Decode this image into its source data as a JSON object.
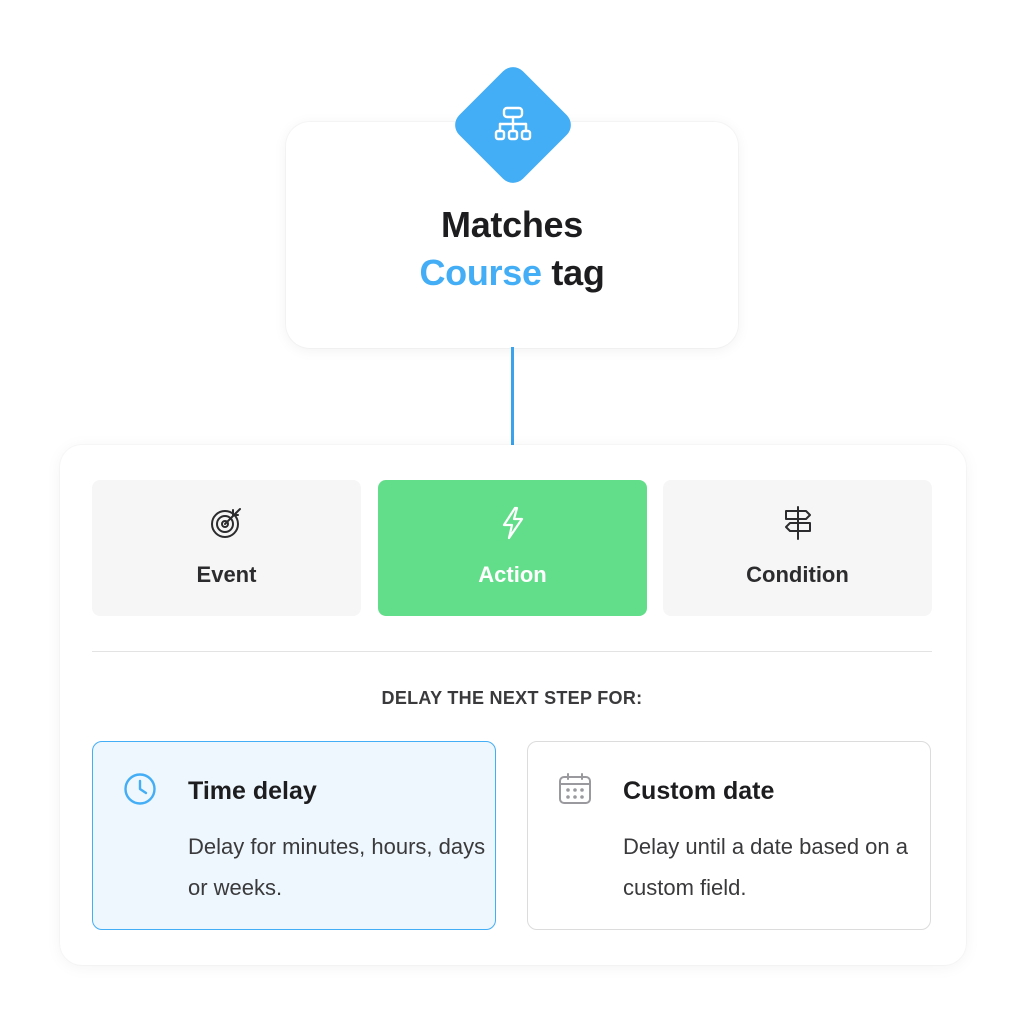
{
  "trigger": {
    "title_line1": "Matches",
    "title_accent": "Course",
    "title_rest": "tag",
    "icon": "hierarchy-icon",
    "accent_color": "#43adf6"
  },
  "step_types": [
    {
      "label": "Event",
      "icon": "target-icon",
      "active": false
    },
    {
      "label": "Action",
      "icon": "lightning-icon",
      "active": true
    },
    {
      "label": "Condition",
      "icon": "signpost-icon",
      "active": false
    }
  ],
  "delay": {
    "heading": "DELAY THE NEXT STEP FOR:",
    "options": [
      {
        "title": "Time delay",
        "description": "Delay for minutes, hours, days or weeks.",
        "icon": "clock-icon",
        "selected": true
      },
      {
        "title": "Custom date",
        "description": "Delay until a date based on a custom field.",
        "icon": "calendar-icon",
        "selected": false
      }
    ]
  },
  "colors": {
    "active_tab": "#62de8a",
    "selected_border": "#43adf6",
    "selected_bg": "#eef7fd"
  }
}
